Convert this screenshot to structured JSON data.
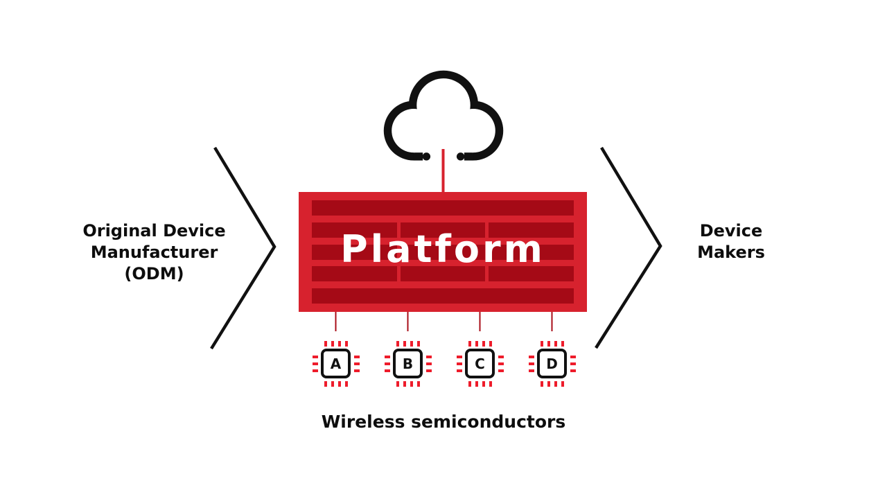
{
  "diagram": {
    "left_label": "Original Device\nManufacturer\n(ODM)",
    "platform_label": "Platform",
    "right_label": "Device\nMakers",
    "bottom_label": "Wireless semiconductors",
    "chips": [
      "A",
      "B",
      "C",
      "D"
    ],
    "icons": {
      "cloud": "cloud-icon",
      "chip": "chip-icon",
      "left_arrow": "chevron-right-icon",
      "right_arrow": "chevron-right-icon"
    },
    "colors": {
      "platform_red": "#d7222e",
      "bar_dark_red": "#a50a16",
      "pin_red": "#ee1c2b",
      "connector_red": "#a80d18",
      "outline_black": "#111111",
      "background": "#ffffff"
    }
  }
}
